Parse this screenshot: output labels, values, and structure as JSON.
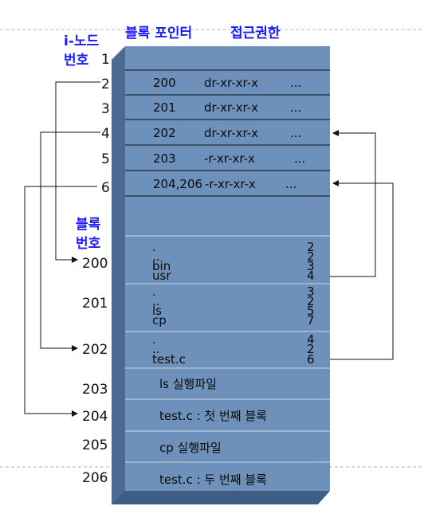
{
  "header": {
    "inode_label_1": "i-노드",
    "inode_label_2": "번호",
    "block_pointer": "블록 포인터",
    "permission": "접근권한",
    "block_label_1": "블록",
    "block_label_2": "번호"
  },
  "inode_numbers": [
    "1",
    "2",
    "3",
    "4",
    "5",
    "6"
  ],
  "inode_rows": [
    {
      "block": "",
      "perm": "",
      "more": ""
    },
    {
      "block": "200",
      "perm": "dr-xr-xr-x",
      "more": "..."
    },
    {
      "block": "201",
      "perm": "dr-xr-xr-x",
      "more": "..."
    },
    {
      "block": "202",
      "perm": "dr-xr-xr-x",
      "more": "..."
    },
    {
      "block": "203",
      "perm": "-r-xr-xr-x",
      "more": "..."
    },
    {
      "block": "204,206",
      "perm": "-r-xr-xr-x",
      "more": "..."
    }
  ],
  "block_numbers": [
    "200",
    "201",
    "202",
    "203",
    "204",
    "205",
    "206"
  ],
  "dir_blocks": [
    {
      "names": [
        ".",
        "..",
        "bin",
        "usr"
      ],
      "inodes": [
        "2",
        "2",
        "3",
        "4"
      ]
    },
    {
      "names": [
        ".",
        "..",
        "ls",
        "cp"
      ],
      "inodes": [
        "3",
        "2",
        "5",
        "7"
      ]
    },
    {
      "names": [
        ".",
        "..",
        "test.c"
      ],
      "inodes": [
        "4",
        "2",
        "6"
      ]
    }
  ],
  "data_blocks": [
    "ls 실행파일",
    "test.c : 첫 번째 블록",
    "cp 실행파일",
    "test.c : 두 번째 블록"
  ],
  "colors": {
    "box": "#6d91bb",
    "side": "#4a6a92",
    "bottom": "#3f5c82",
    "accent": "#1a1aff",
    "line": "#9bb3cf"
  }
}
